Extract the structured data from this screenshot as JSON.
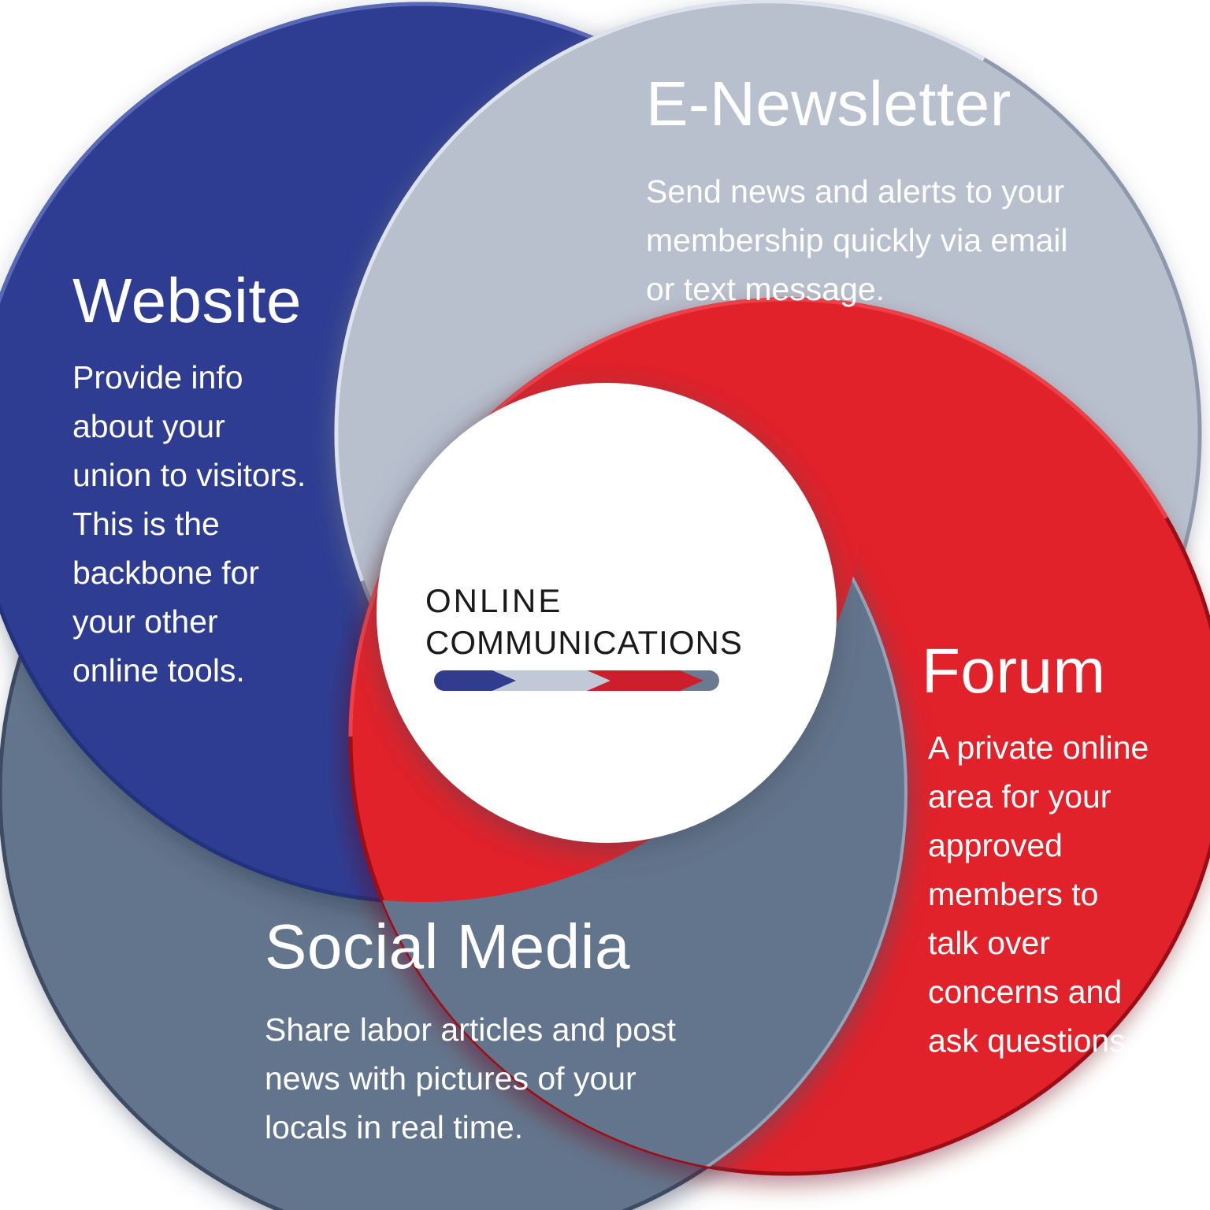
{
  "logo": {
    "line1": "ONLINE",
    "line2": "COMMUNICATIONS"
  },
  "sections": {
    "website": {
      "title": "Website",
      "body_lines": [
        "Provide info",
        "about your",
        "union to visitors.",
        "This is the",
        "backbone for",
        "your other",
        "online tools."
      ]
    },
    "enewsletter": {
      "title": "E-Newsletter",
      "body_lines": [
        "Send news and alerts to your",
        "membership quickly via email",
        "or text message."
      ]
    },
    "forum": {
      "title": "Forum",
      "body_lines": [
        "A private online",
        "area for your",
        "approved",
        "members to",
        "talk over",
        "concerns and",
        "ask questions."
      ]
    },
    "social": {
      "title": "Social Media",
      "body_lines": [
        "Share labor articles and post",
        "news with pictures of your",
        "locals in real time."
      ]
    }
  },
  "colors": {
    "blue": "#2e3e92",
    "blue_shade": "#22317c",
    "blue_highlight": "#5a68b8",
    "lightgray": "#b8c0ce",
    "lightgray_shade": "#8d98ac",
    "lightgray_highlight": "#dde3ed",
    "red": "#e2222c",
    "red_shade": "#9c1019",
    "red_highlight": "#ef4048",
    "slate": "#64748c",
    "slate_shade": "#3d4b64",
    "slate_highlight": "#93a3b8",
    "center_bg": "#ffffff",
    "bar_navy": "#313c8e",
    "bar_gray": "#c2c9d6",
    "bar_red": "#cc1f2b",
    "bar_slate": "#6a7a90",
    "text_light": "#ffffff",
    "logo_text": "#1a1a1a"
  }
}
